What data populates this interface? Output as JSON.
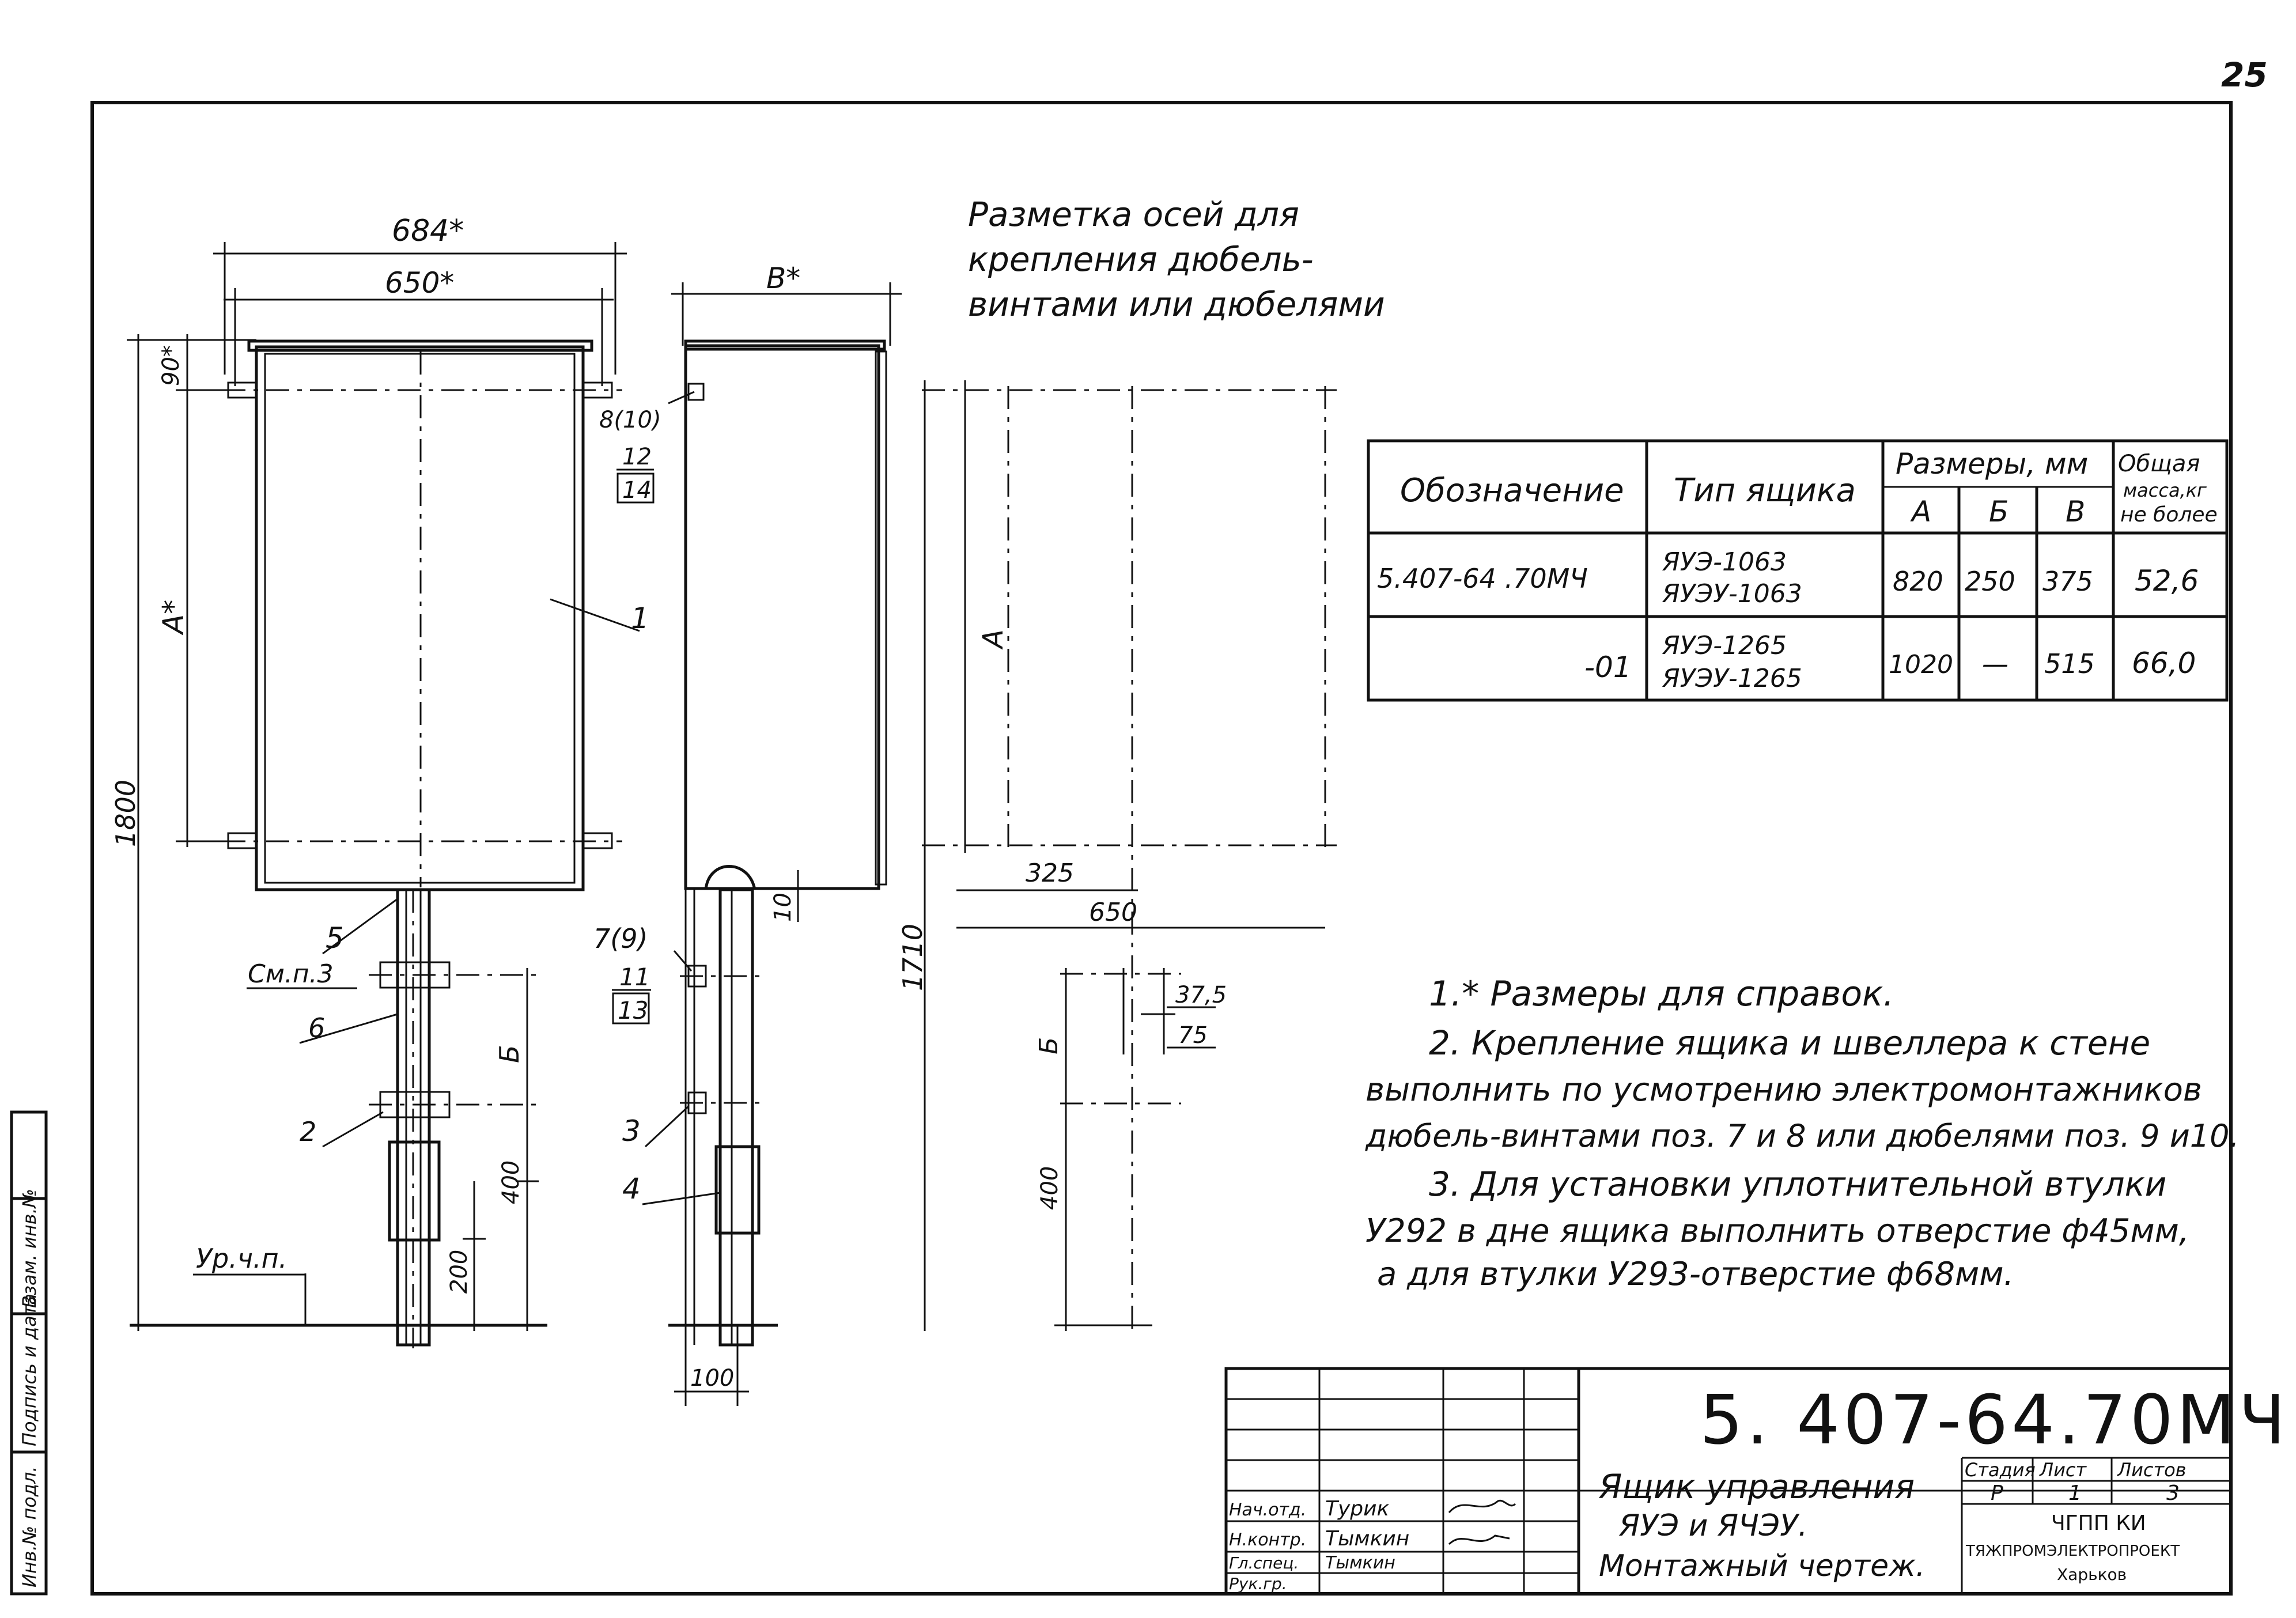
{
  "page_number": "25",
  "layout_title": [
    "Разметка осей для",
    "крепления дюбель-",
    "винтами или дюбелями"
  ],
  "front_view": {
    "dim_outer": "684*",
    "dim_inner": "650*",
    "dim_top": "90*",
    "dim_height_A": "А*",
    "dim_total": "1800",
    "dim_B": "Б",
    "dim_400": "400",
    "dim_200": "200",
    "floor_label": "Ур.ч.п.",
    "callout_1": "1",
    "callout_2": "2",
    "callout_5": "5",
    "callout_6": "6",
    "see_note": "См.п.3"
  },
  "side_view": {
    "dim_width": "В*",
    "callout_8": "8(10)",
    "callout_12": "12",
    "callout_14": "14",
    "callout_7": "7(9)",
    "callout_11": "11",
    "callout_13": "13",
    "callout_3": "3",
    "callout_4": "4",
    "dim_10": "10",
    "dim_100": "100"
  },
  "axis_layout": {
    "dim_A": "А",
    "dim_1710": "1710",
    "dim_325": "325",
    "dim_650": "650",
    "dim_37_5": "37,5",
    "dim_75": "75",
    "dim_B": "Б",
    "dim_400": "400"
  },
  "table": {
    "headers": {
      "designation": "Обозначение",
      "box_type": "Тип ящика",
      "dimensions": "Размеры, мм",
      "dim_a": "А",
      "dim_b": "Б",
      "dim_v": "В",
      "mass": [
        "Общая",
        "масса,кг",
        "не более"
      ]
    },
    "rows": [
      {
        "designation": "5.407-64 .70МЧ",
        "type1": "ЯУЭ-1063",
        "type2": "ЯУЭУ-1063",
        "a": "820",
        "b": "250",
        "v": "375",
        "mass": "52,6"
      },
      {
        "designation": "-01",
        "type1": "ЯУЭ-1265",
        "type2": "ЯУЭУ-1265",
        "a": "1020",
        "b": "—",
        "v": "515",
        "mass": "66,0"
      }
    ]
  },
  "notes": [
    "1.* Размеры для справок.",
    "2. Крепление ящика и швеллера к стене",
    "выполнить по усмотрению электромонтажников",
    "дюбель-винтами поз. 7 и 8 или дюбелями поз. 9 и10.",
    "3. Для установки уплотнительной втулки",
    "У292 в дне ящика выполнить отверстие ф45мм,",
    "а для втулки У293-отверстие ф68мм."
  ],
  "title_block": {
    "code": "5. 407-64.70МЧ",
    "title_lines": [
      "Ящик управления",
      "ЯУЭ и ЯЧЭУ.",
      "Монтажный чертеж."
    ],
    "stage_label": "Стадия",
    "sheet_label": "Лист",
    "sheets_label": "Листов",
    "stage": "Р",
    "sheet": "1",
    "sheets": "3",
    "org_lines": [
      "ЧГПП КИ",
      "ТЯЖПРОМЭЛЕКТРОПРОЕКТ",
      "Харьков"
    ],
    "staff": [
      {
        "role": "Нач.отд.",
        "name": "Турик"
      },
      {
        "role": "Н.контр.",
        "name": "Тымкин"
      },
      {
        "role": "Гл.спец.",
        "name": "Тымкин"
      },
      {
        "role": "Рук.гр.",
        "name": ""
      }
    ]
  },
  "side_stamp": [
    "Инв.№ подл.",
    "Подпись и дата",
    "Взам. инв.№"
  ]
}
